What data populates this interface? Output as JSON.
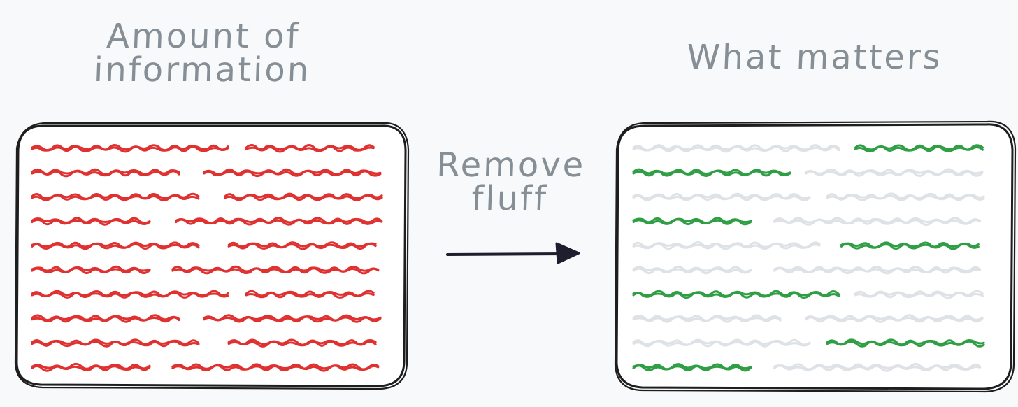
{
  "left_panel": {
    "title_lines": [
      "Amount of",
      "information"
    ],
    "line_color": "#e03131",
    "rows": [
      [
        [
          0.0,
          0.57
        ],
        [
          0.61,
          1.0
        ]
      ],
      [
        [
          0.0,
          0.43
        ],
        [
          0.49,
          1.0
        ]
      ],
      [
        [
          0.0,
          0.5
        ],
        [
          0.55,
          1.0
        ]
      ],
      [
        [
          0.0,
          0.35
        ],
        [
          0.41,
          1.0
        ]
      ],
      [
        [
          0.0,
          0.5
        ],
        [
          0.56,
          1.0
        ]
      ],
      [
        [
          0.0,
          0.34
        ],
        [
          0.4,
          1.0
        ]
      ],
      [
        [
          0.0,
          0.56
        ],
        [
          0.61,
          1.0
        ]
      ],
      [
        [
          0.0,
          0.43
        ],
        [
          0.49,
          1.0
        ]
      ],
      [
        [
          0.0,
          0.5
        ],
        [
          0.56,
          1.0
        ]
      ],
      [
        [
          0.0,
          0.34
        ],
        [
          0.4,
          1.0
        ]
      ]
    ]
  },
  "middle": {
    "label_lines": [
      "Remove",
      "fluff"
    ],
    "arrow_color": "#1e1e2e"
  },
  "right_panel": {
    "title": "What matters",
    "highlight_color": "#2f9e44",
    "fluff_color": "#dee2e6",
    "rows": [
      [
        {
          "span": [
            0.0,
            0.6
          ],
          "kind": "fluff"
        },
        {
          "span": [
            0.63,
            1.0
          ],
          "kind": "key"
        }
      ],
      [
        {
          "span": [
            0.0,
            0.45
          ],
          "kind": "key"
        },
        {
          "span": [
            0.49,
            1.0
          ],
          "kind": "fluff"
        }
      ],
      [
        {
          "span": [
            0.0,
            0.5
          ],
          "kind": "fluff"
        },
        {
          "span": [
            0.55,
            1.0
          ],
          "kind": "fluff"
        }
      ],
      [
        {
          "span": [
            0.0,
            0.36
          ],
          "kind": "key"
        },
        {
          "span": [
            0.4,
            1.0
          ],
          "kind": "fluff"
        }
      ],
      [
        {
          "span": [
            0.0,
            0.55
          ],
          "kind": "fluff"
        },
        {
          "span": [
            0.59,
            1.0
          ],
          "kind": "key"
        }
      ],
      [
        {
          "span": [
            0.0,
            0.35
          ],
          "kind": "fluff"
        },
        {
          "span": [
            0.4,
            1.0
          ],
          "kind": "fluff"
        }
      ],
      [
        {
          "span": [
            0.0,
            0.59
          ],
          "kind": "key"
        },
        {
          "span": [
            0.63,
            1.0
          ],
          "kind": "fluff"
        }
      ],
      [
        {
          "span": [
            0.0,
            0.44
          ],
          "kind": "fluff"
        },
        {
          "span": [
            0.49,
            1.0
          ],
          "kind": "fluff"
        }
      ],
      [
        {
          "span": [
            0.0,
            0.51
          ],
          "kind": "fluff"
        },
        {
          "span": [
            0.55,
            1.0
          ],
          "kind": "key"
        }
      ],
      [
        {
          "span": [
            0.0,
            0.36
          ],
          "kind": "key"
        },
        {
          "span": [
            0.4,
            1.0
          ],
          "kind": "fluff"
        }
      ]
    ]
  }
}
